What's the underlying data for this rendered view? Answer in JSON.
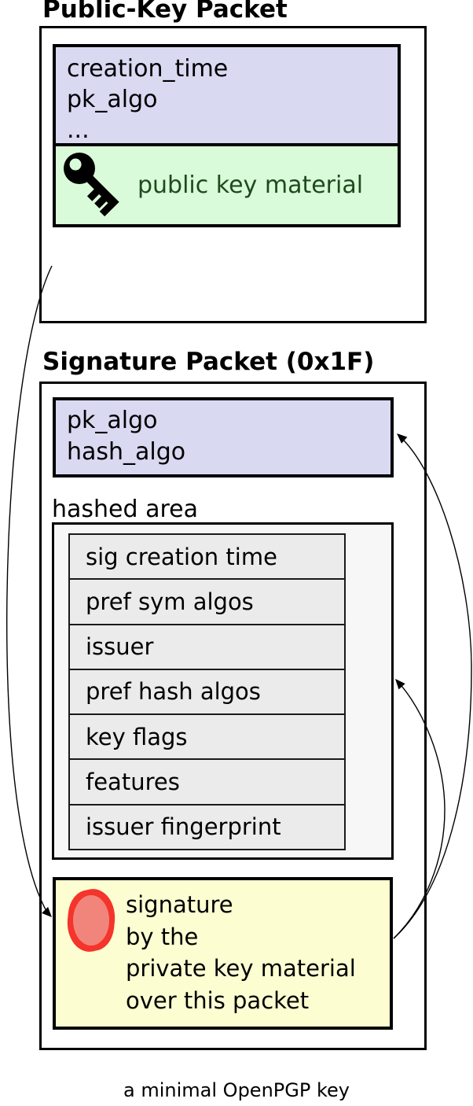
{
  "diagram": {
    "public_key_packet": {
      "title": "Public-Key Packet",
      "fields": [
        "creation_time",
        "pk_algo",
        "..."
      ],
      "material_label": "public key material"
    },
    "signature_packet": {
      "title": "Signature Packet (0x1F)",
      "fields": [
        "pk_algo",
        "hash_algo"
      ],
      "hashed_area_label": "hashed area",
      "subpackets": [
        "sig creation time",
        "pref sym algos",
        "issuer",
        "pref hash algos",
        "key flags",
        "features",
        "issuer fingerprint"
      ],
      "signature_lines": [
        "signature",
        "by the",
        "private key material",
        "over this packet"
      ]
    },
    "caption": "a minimal OpenPGP key",
    "colors": {
      "field_bg": "#d9d9f2",
      "key_material_bg": "#d9fbd9",
      "key_material_text": "#1e4a1e",
      "signature_bg": "#fdfdd2",
      "subpacket_bg": "#ebebeb",
      "hashed_area_bg": "#f7f7f7",
      "seal_ring": "#f5342c",
      "seal_fill": "#f1857c",
      "line_color": "#000000"
    }
  }
}
